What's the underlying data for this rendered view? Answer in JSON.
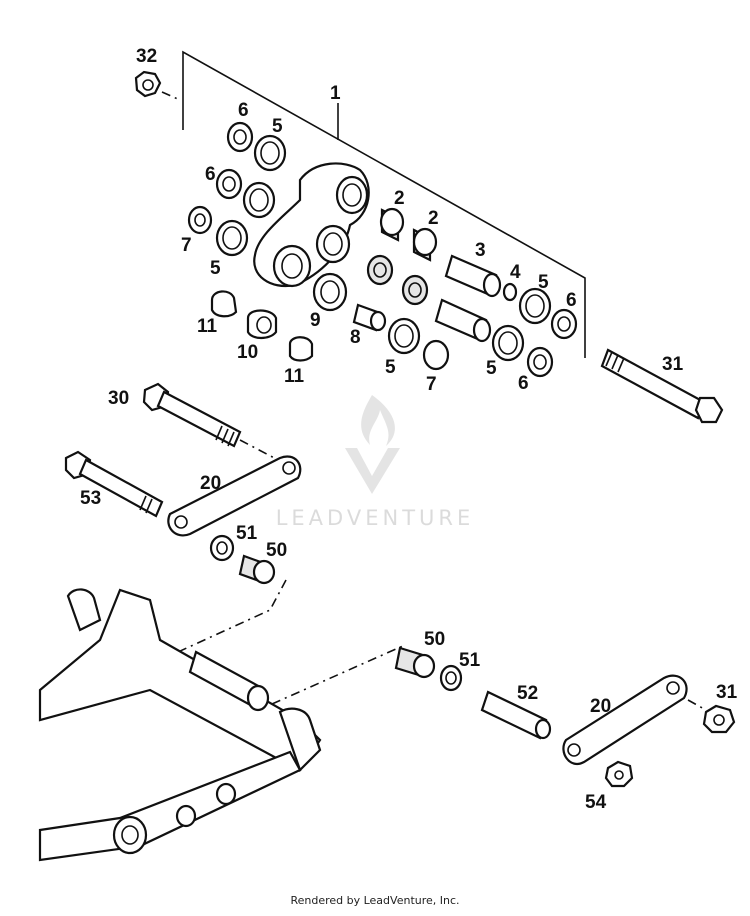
{
  "watermark": {
    "brand": "LEADVENTURE"
  },
  "footer": {
    "credit": "Rendered by LeadVenture, Inc."
  },
  "callouts": {
    "c32": "32",
    "c1": "1",
    "c6a": "6",
    "c5a": "5",
    "c6b": "6",
    "c7a": "7",
    "c5b": "5",
    "c2a": "2",
    "c2b": "2",
    "c3": "3",
    "c4": "4",
    "c5c": "5",
    "c6c": "6",
    "c11a": "11",
    "c10": "10",
    "c11b": "11",
    "c9": "9",
    "c8": "8",
    "c5d": "5",
    "c7b": "7",
    "c5e": "5",
    "c6d": "6",
    "c31a": "31",
    "c30": "30",
    "c53": "53",
    "c20a": "20",
    "c51a": "51",
    "c50a": "50",
    "c50b": "50",
    "c51b": "51",
    "c52": "52",
    "c20b": "20",
    "c31b": "31",
    "c54": "54"
  },
  "colors": {
    "ink": "#111111",
    "paper": "#ffffff",
    "watermark": "#d8d8d8"
  }
}
